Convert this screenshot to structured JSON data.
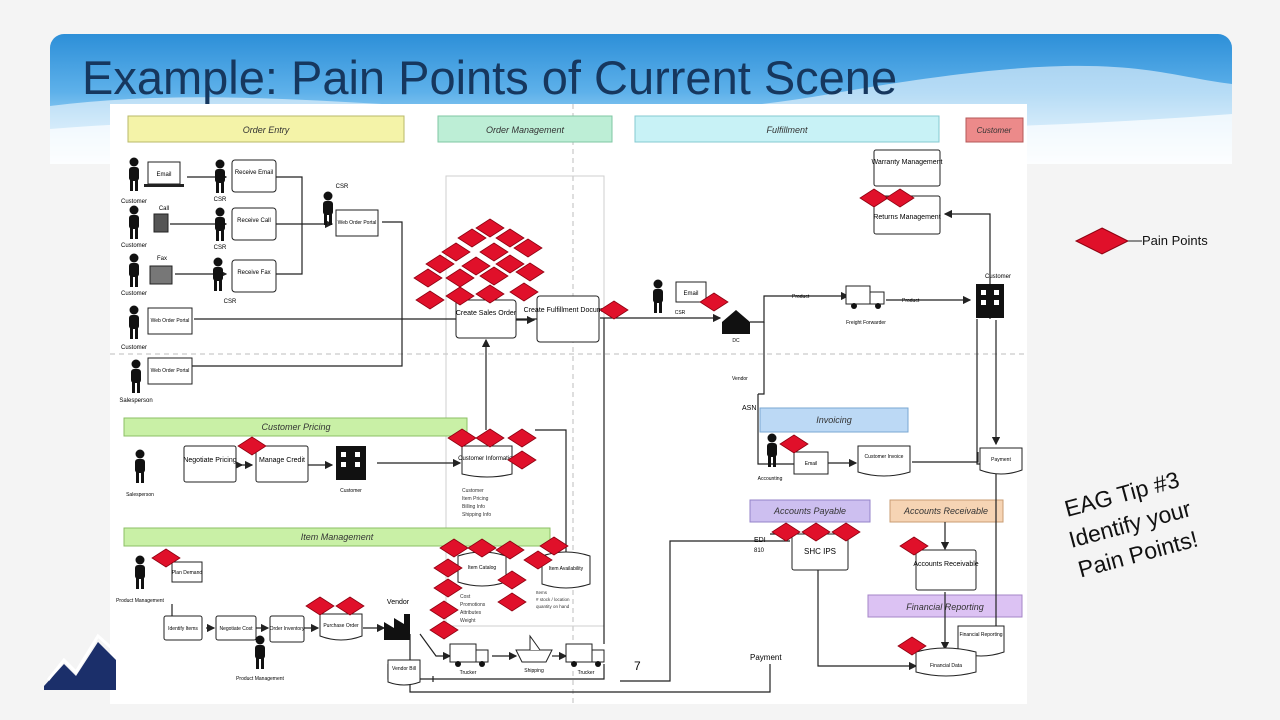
{
  "title": "Example: Pain Points of Current Scene",
  "legend": {
    "label": "Pain Points"
  },
  "tip": {
    "line1": "EAG Tip #3",
    "line2": "Identify your",
    "line3": "Pain Points!"
  },
  "swimlanes": {
    "order_entry": "Order Entry",
    "order_management": "Order Management",
    "fulfillment": "Fulfillment",
    "customer": "Customer",
    "customer_pricing": "Customer Pricing",
    "item_management": "Item Management",
    "invoicing": "Invoicing",
    "accounts_payable": "Accounts Payable",
    "accounts_receivable": "Accounts Receivable",
    "financial_reporting": "Financial Reporting"
  },
  "actors": {
    "customer": "Customer",
    "csr": "CSR",
    "salesperson": "Salesperson",
    "product_management": "Product Management",
    "vendor": "Vendor",
    "accounting": "Accounting"
  },
  "nodes": {
    "email": "Email",
    "call": "Call",
    "fax": "Fax",
    "receive_email": "Receive Email",
    "receive_call": "Receive Call",
    "receive_fax": "Receive Fax",
    "web_order_portal": "Web Order Portal",
    "create_sales_order": "Create Sales Order",
    "create_fulfillment_document": "Create Fulfillment Document",
    "warranty_management": "Warranty Management",
    "returns_management": "Returns Management",
    "freight_forwarder": "Freight Forwarder",
    "dc": "DC",
    "negotiate_pricing": "Negotiate Pricing",
    "manage_credit": "Manage Credit",
    "customer_information": "Customer Information",
    "customer_invoice": "Customer Invoice",
    "payment": "Payment",
    "plan_demand": "Plan Demand",
    "identify_items": "Identify Items",
    "negotiate_cost": "Negotiate Cost",
    "order_inventory": "Order Inventory",
    "purchase_order": "Purchase Order",
    "item_catalog": "Item Catalog",
    "item_availability": "Item Availability",
    "vendor_bill": "Vendor Bill",
    "trucker": "Trucker",
    "shipping": "Shipping",
    "shc_ips": "SHC IPS",
    "accounts_receivable": "Accounts Receivable",
    "financial_data": "Financial Data",
    "financial_reporting_doc": "Financial Reporting"
  },
  "edge_labels": {
    "asn": "ASN",
    "edi": "EDI",
    "edi_code": "810",
    "payment": "Payment",
    "product_1": "Product",
    "product_2": "Product",
    "vendor": "Vendor",
    "page_mark": "7"
  },
  "notes": {
    "customer_info": [
      "Customer",
      "Item Pricing",
      "Billing Info",
      "Shipping Info"
    ],
    "item_catalog": [
      "Cost",
      "Promotions",
      "Attributes",
      "Weight"
    ],
    "item_availability": [
      "Items",
      "# stock / location",
      "quantity on hand"
    ]
  },
  "colors": {
    "pain_point": "#e0102a",
    "order_entry_lane": "#f4f3a8",
    "order_management_lane": "#bdeed6",
    "fulfillment_lane": "#c8f2f6",
    "customer_lane": "#ec8a8a",
    "green_lane": "#c9f0a6",
    "invoicing_lane": "#bcd9f5",
    "accounts_payable_lane": "#cdbff0",
    "accounts_receivable_lane": "#f6d4b4",
    "financial_reporting_lane": "#dcc2f3",
    "title": "#16375e"
  }
}
